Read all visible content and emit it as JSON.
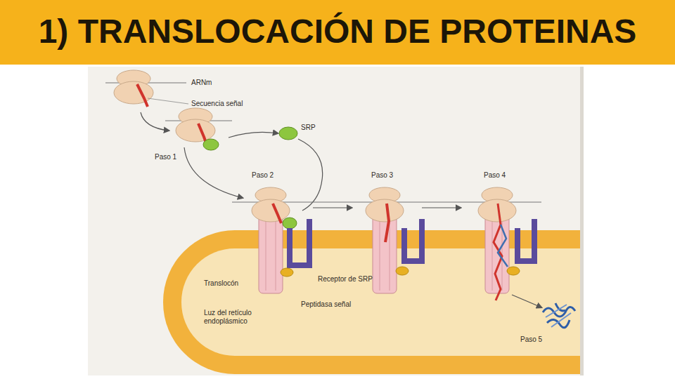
{
  "diagram": {
    "title": "1) TRANSLOCACIÓN DE PROTEINAS",
    "labels": [
      "ARNm",
      "Secuencia señal",
      "Paso 1",
      "SRP",
      "Paso 2",
      "Paso 3",
      "Paso 4",
      "Translocón",
      "Receptor de SRP",
      "Peptidasa señal",
      "Luz del retículo endoplásmico",
      "Paso 5"
    ]
  }
}
